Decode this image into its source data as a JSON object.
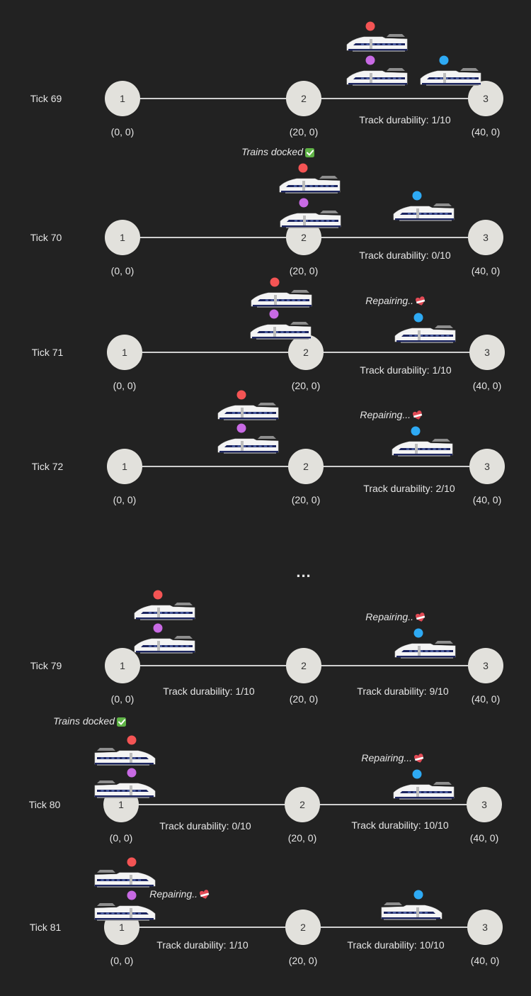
{
  "colors": {
    "background": "#222222",
    "track": "#cfcfcf",
    "node": "#e2e1dc",
    "text": "#e6e6e6",
    "red_dot": "#f45454",
    "purple_dot": "#c86ae4",
    "blue_dot": "#2eaaf4",
    "docked_check": "#5fb346"
  },
  "ellipsis": "...",
  "ticks": [
    {
      "label": "Tick 69",
      "nodes": [
        {
          "id": "1",
          "coord": "(0, 0)"
        },
        {
          "id": "2",
          "coord": "(20, 0)"
        },
        {
          "id": "3",
          "coord": "(40, 0)"
        }
      ],
      "durability": [
        {
          "segment": "2-3",
          "text": "Track durability: 1/10"
        }
      ],
      "annotations": [],
      "trains": [
        {
          "color": "red",
          "slot": "top",
          "segment": "2-3",
          "facing": "left"
        },
        {
          "color": "purple",
          "slot": "bottom",
          "segment": "2-3",
          "facing": "left"
        },
        {
          "color": "blue",
          "slot": "bottom",
          "segment": "2-3",
          "facing": "left"
        }
      ]
    },
    {
      "label": "Tick 70",
      "nodes": [
        {
          "id": "1",
          "coord": "(0, 0)"
        },
        {
          "id": "2",
          "coord": "(20, 0)"
        },
        {
          "id": "3",
          "coord": "(40, 0)"
        }
      ],
      "durability": [
        {
          "segment": "2-3",
          "text": "Track durability: 0/10"
        }
      ],
      "annotations": [
        {
          "text": "Trains docked",
          "icon": "check-icon"
        }
      ],
      "trains": [
        {
          "color": "red",
          "slot": "top",
          "station": "2",
          "facing": "left"
        },
        {
          "color": "purple",
          "slot": "bottom",
          "station": "2",
          "facing": "left"
        },
        {
          "color": "blue",
          "slot": "bottom",
          "segment": "2-3",
          "facing": "left"
        }
      ]
    },
    {
      "label": "Tick 71",
      "nodes": [
        {
          "id": "1",
          "coord": "(0, 0)"
        },
        {
          "id": "2",
          "coord": "(20, 0)"
        },
        {
          "id": "3",
          "coord": "(40, 0)"
        }
      ],
      "durability": [
        {
          "segment": "2-3",
          "text": "Track durability: 1/10"
        }
      ],
      "annotations": [
        {
          "text": "Repairing..",
          "icon": "heart-icon"
        }
      ],
      "trains": [
        {
          "color": "red",
          "slot": "top",
          "segment": "1-2",
          "facing": "left"
        },
        {
          "color": "purple",
          "slot": "bottom",
          "segment": "1-2",
          "facing": "left"
        },
        {
          "color": "blue",
          "slot": "bottom",
          "segment": "2-3",
          "facing": "left"
        }
      ]
    },
    {
      "label": "Tick 72",
      "nodes": [
        {
          "id": "1",
          "coord": "(0, 0)"
        },
        {
          "id": "2",
          "coord": "(20, 0)"
        },
        {
          "id": "3",
          "coord": "(40, 0)"
        }
      ],
      "durability": [
        {
          "segment": "2-3",
          "text": "Track durability: 2/10"
        }
      ],
      "annotations": [
        {
          "text": "Repairing...",
          "icon": "heart-icon"
        }
      ],
      "trains": [
        {
          "color": "red",
          "slot": "top",
          "segment": "1-2",
          "facing": "left"
        },
        {
          "color": "purple",
          "slot": "bottom",
          "segment": "1-2",
          "facing": "left"
        },
        {
          "color": "blue",
          "slot": "bottom",
          "segment": "2-3",
          "facing": "left"
        }
      ]
    },
    {
      "label": "Tick 79",
      "nodes": [
        {
          "id": "1",
          "coord": "(0, 0)"
        },
        {
          "id": "2",
          "coord": "(20, 0)"
        },
        {
          "id": "3",
          "coord": "(40, 0)"
        }
      ],
      "durability": [
        {
          "segment": "1-2",
          "text": "Track durability: 1/10"
        },
        {
          "segment": "2-3",
          "text": "Track durability: 9/10"
        }
      ],
      "annotations": [
        {
          "text": "Repairing..",
          "icon": "heart-icon"
        }
      ],
      "trains": [
        {
          "color": "red",
          "slot": "top",
          "segment": "1-2",
          "facing": "left"
        },
        {
          "color": "purple",
          "slot": "bottom",
          "segment": "1-2",
          "facing": "left"
        },
        {
          "color": "blue",
          "slot": "bottom",
          "segment": "2-3",
          "facing": "left"
        }
      ]
    },
    {
      "label": "Tick 80",
      "nodes": [
        {
          "id": "1",
          "coord": "(0, 0)"
        },
        {
          "id": "2",
          "coord": "(20, 0)"
        },
        {
          "id": "3",
          "coord": "(40, 0)"
        }
      ],
      "durability": [
        {
          "segment": "1-2",
          "text": "Track durability: 0/10"
        },
        {
          "segment": "2-3",
          "text": "Track durability: 10/10"
        }
      ],
      "annotations": [
        {
          "text": "Trains docked",
          "icon": "check-icon"
        },
        {
          "text": "Repairing...",
          "icon": "heart-icon"
        }
      ],
      "trains": [
        {
          "color": "red",
          "slot": "top",
          "station": "1",
          "facing": "right"
        },
        {
          "color": "purple",
          "slot": "bottom",
          "station": "1",
          "facing": "right"
        },
        {
          "color": "blue",
          "slot": "bottom",
          "segment": "2-3",
          "facing": "left"
        }
      ]
    },
    {
      "label": "Tick 81",
      "nodes": [
        {
          "id": "1",
          "coord": "(0, 0)"
        },
        {
          "id": "2",
          "coord": "(20, 0)"
        },
        {
          "id": "3",
          "coord": "(40, 0)"
        }
      ],
      "durability": [
        {
          "segment": "1-2",
          "text": "Track durability: 1/10"
        },
        {
          "segment": "2-3",
          "text": "Track durability: 10/10"
        }
      ],
      "annotations": [
        {
          "text": "Repairing..",
          "icon": "heart-icon"
        }
      ],
      "trains": [
        {
          "color": "red",
          "slot": "top",
          "station": "1",
          "facing": "right"
        },
        {
          "color": "purple",
          "slot": "bottom",
          "station": "1",
          "facing": "right"
        },
        {
          "color": "blue",
          "slot": "bottom",
          "segment": "2-3",
          "facing": "right"
        }
      ]
    }
  ]
}
